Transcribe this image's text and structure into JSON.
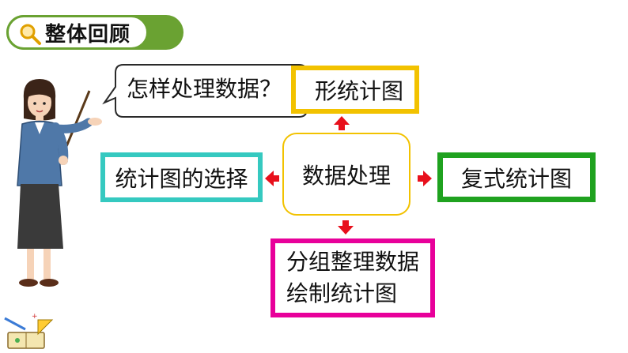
{
  "header": {
    "title": "整体回顾",
    "icon": "magnifier-icon",
    "accent_color": "#6aa232"
  },
  "bubble": {
    "text": "怎样处理数据？"
  },
  "boxes": {
    "top": "形统计图",
    "left": "统计图的选择",
    "center": "数据处理",
    "right": "复式统计图",
    "bottom_line1": "分组整理数据",
    "bottom_line2": "绘制统计图"
  },
  "colors": {
    "top_border": "#f2c200",
    "left_border": "#35c9c0",
    "right_border": "#1fa21f",
    "bottom_border": "#e8009a",
    "arrow": "#e8101c"
  }
}
